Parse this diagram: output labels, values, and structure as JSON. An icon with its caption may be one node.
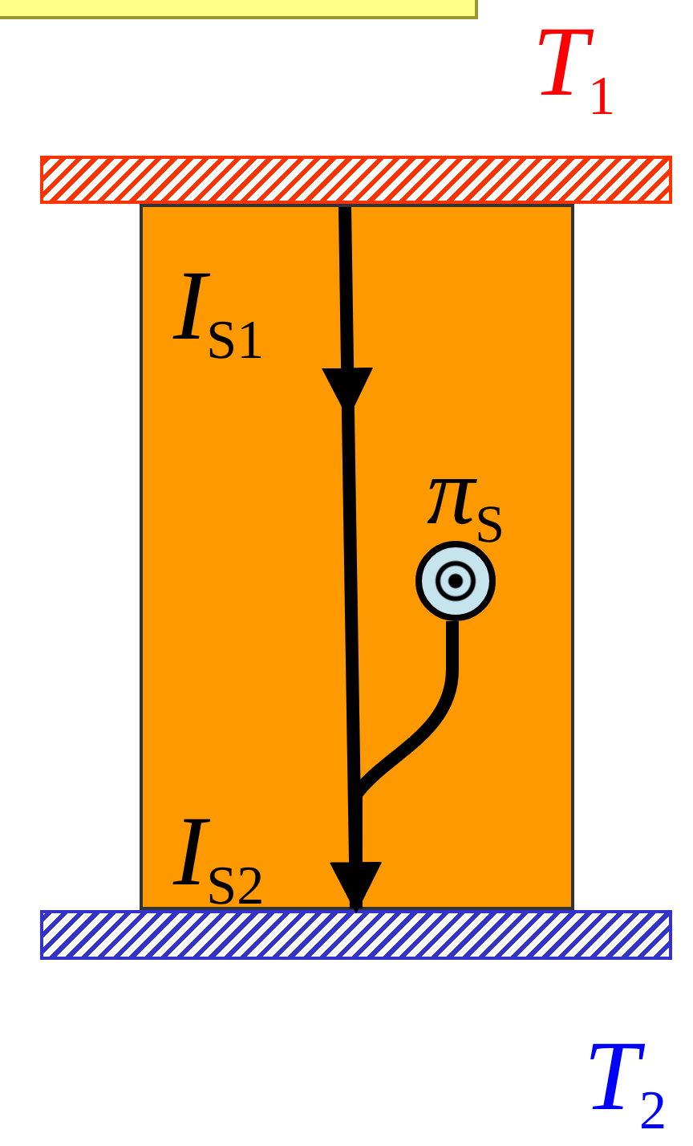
{
  "diagram": {
    "nodes": [
      {
        "text": [],
        "shape": "box"
      },
      {
        "text": [],
        "shape": "bar",
        "beside": [
          "*T*$_{1}$"
        ]
      },
      {
        "text": [],
        "shape": "box"
      },
      {
        "text": [],
        "shape": "circle",
        "in": 2,
        "beside": [
          "*π*$_{S}$"
        ]
      },
      {
        "text": [],
        "shape": "bar",
        "beside": [
          "*T*$_{2}$"
        ]
      }
    ],
    "edges": [
      {
        "from": 1,
        "to": 4,
        "arrow": "to",
        "label": "*I*$_{S1}$"
      },
      {
        "from": 3,
        "to": 4,
        "arrow": "to"
      }
    ],
    "labels": [
      "*I*$_{S2}$"
    ]
  }
}
